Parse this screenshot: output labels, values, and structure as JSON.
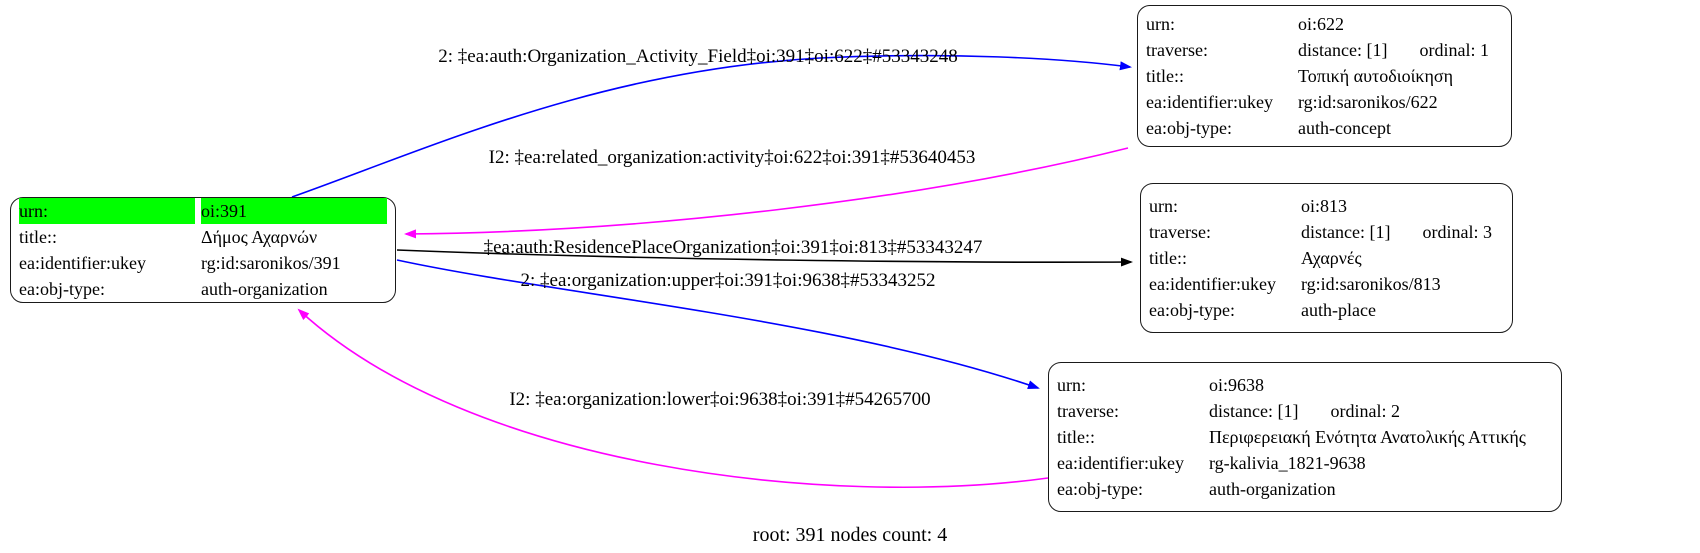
{
  "colors": {
    "edge_blue": "#0000ff",
    "edge_magenta": "#ff00ff",
    "edge_black": "#000000",
    "row_highlight": "#00ff00"
  },
  "caption": "root: 391 nodes count: 4",
  "nodes": {
    "root": {
      "id": "oi:391",
      "rows": [
        {
          "label": "urn:",
          "value": "oi:391"
        },
        {
          "label": "title::",
          "value": "Δήμος Αχαρνών"
        },
        {
          "label": "ea:identifier:ukey",
          "value": "rg:id:saronikos/391"
        },
        {
          "label": "ea:obj-type:",
          "value": "auth-organization"
        }
      ]
    },
    "n622": {
      "id": "oi:622",
      "rows": [
        {
          "label": "urn:",
          "value": "oi:622"
        },
        {
          "label": "traverse:",
          "value": "distance: [1]",
          "extra": "ordinal: 1"
        },
        {
          "label": "title::",
          "value": "Τοπική αυτοδιοίκηση"
        },
        {
          "label": "ea:identifier:ukey",
          "value": "rg:id:saronikos/622"
        },
        {
          "label": "ea:obj-type:",
          "value": "auth-concept"
        }
      ]
    },
    "n813": {
      "id": "oi:813",
      "rows": [
        {
          "label": "urn:",
          "value": "oi:813"
        },
        {
          "label": "traverse:",
          "value": "distance: [1]",
          "extra": "ordinal: 3"
        },
        {
          "label": "title::",
          "value": "Αχαρνές"
        },
        {
          "label": "ea:identifier:ukey",
          "value": "rg:id:saronikos/813"
        },
        {
          "label": "ea:obj-type:",
          "value": "auth-place"
        }
      ]
    },
    "n9638": {
      "id": "oi:9638",
      "rows": [
        {
          "label": "urn:",
          "value": "oi:9638"
        },
        {
          "label": "traverse:",
          "value": "distance: [1]",
          "extra": "ordinal: 2"
        },
        {
          "label": "title::",
          "value": "Περιφερειακή Ενότητα Ανατολικής Αττικής"
        },
        {
          "label": "ea:identifier:ukey",
          "value": "rg-kalivia_1821-9638"
        },
        {
          "label": "ea:obj-type:",
          "value": "auth-organization"
        }
      ]
    }
  },
  "edges": [
    {
      "color": "#0000ff",
      "label": "2: ‡ea:auth:Organization_Activity_Field‡oi:391‡oi:622‡#53343248"
    },
    {
      "color": "#ff00ff",
      "label": "I2: ‡ea:related_organization:activity‡oi:622‡oi:391‡#53640453"
    },
    {
      "color": "#000000",
      "label": "‡ea:auth:ResidencePlaceOrganization‡oi:391‡oi:813‡#53343247"
    },
    {
      "color": "#0000ff",
      "label": "2: ‡ea:organization:upper‡oi:391‡oi:9638‡#53343252"
    },
    {
      "color": "#ff00ff",
      "label": "I2: ‡ea:organization:lower‡oi:9638‡oi:391‡#54265700"
    }
  ]
}
